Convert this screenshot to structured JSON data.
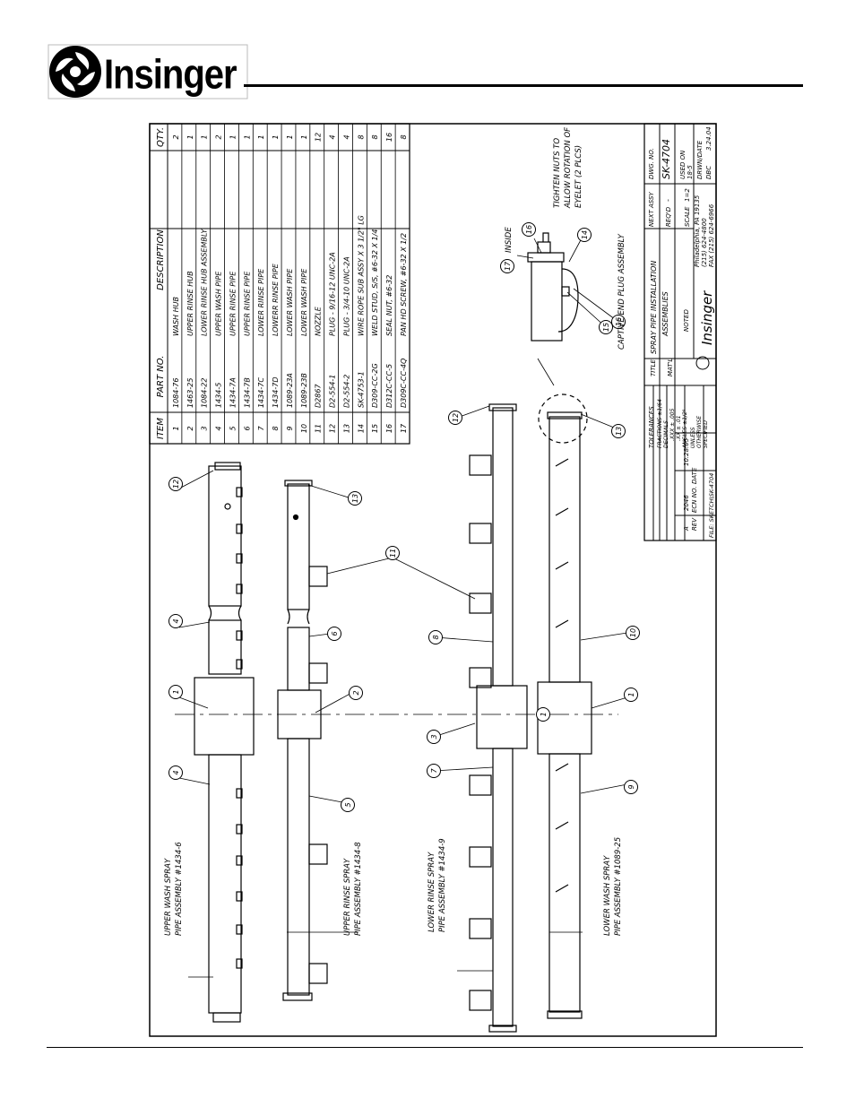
{
  "header": {
    "logo_text": "Insinger"
  },
  "parts_table": {
    "headers": [
      "ITEM",
      "PART NO.",
      "DESCRIPTION",
      "QTY."
    ],
    "rows": [
      [
        "1",
        "1084-76",
        "WASH HUB",
        "2"
      ],
      [
        "2",
        "1463-25",
        "UPPER RINSE HUB",
        "1"
      ],
      [
        "3",
        "1084-22",
        "LOWER RINSE HUB ASSEMBLY",
        "1"
      ],
      [
        "4",
        "1434-5",
        "UPPER WASH PIPE",
        "2"
      ],
      [
        "5",
        "1434-7A",
        "UPPER RINSE PIPE",
        "1"
      ],
      [
        "6",
        "1434-7B",
        "UPPER RINSE PIPE",
        "1"
      ],
      [
        "7",
        "1434-7C",
        "LOWER RINSE PIPE",
        "1"
      ],
      [
        "8",
        "1434-7D",
        "LOWERR RINSE PIPE",
        "1"
      ],
      [
        "9",
        "1089-23A",
        "LOWER WASH PIPE",
        "1"
      ],
      [
        "10",
        "1089-23B",
        "LOWER WASH PIPE",
        "1"
      ],
      [
        "11",
        "D2867",
        "NOZZLE",
        "12"
      ],
      [
        "12",
        "D2-554-1",
        "PLUG - 9/16-12 UNC-2A",
        "4"
      ],
      [
        "13",
        "D2-554-2",
        "PLUG - 3/4-10 UNC-2A",
        "4"
      ],
      [
        "14",
        "SK-4753-1",
        "WIRE ROPE SUB ASSY X 3 1/2\" LG",
        "8"
      ],
      [
        "15",
        "D309-CC-2G",
        "WELD STUD, S/S, #6-32 X 1/4",
        "8"
      ],
      [
        "16",
        "D312C-CC-5",
        "SEAL NUT, #6-32",
        "16"
      ],
      [
        "17",
        "D309C-CC-4Q",
        "PAN HD SCREW, #6-32 X 1/2",
        "8"
      ]
    ]
  },
  "title_block": {
    "tolerances_label": "TOLERANCES",
    "fractions": "FRACTIONS ±1/64",
    "decimals": "DECIMALS",
    "xxx": ".XXX ± .005",
    "xx": ".XX ± .01",
    "angles": "ANGLES ±1/2°",
    "unless": "UNLESS",
    "otherwise": "OTHERWISE",
    "specified": "SPECIFIED",
    "title_label": "TITLE",
    "title_line1": "SPRAY PIPE INSTALLATION",
    "title_line2": "ASSEMBLIES",
    "matl_label": "MAT'L",
    "matl_value": "NOTED",
    "next_assy_label": "NEXT ASSY",
    "reqd_label": "REQ'D",
    "reqd_value": "-",
    "scale_label": "SCALE",
    "scale_value": "1=2",
    "dwg_no_label": "DWG. NO.",
    "dwg_no": "SK-4704",
    "used_on_label": "USED ON",
    "used_on_value": "18-5",
    "drwn_label": "DRWN/DATE",
    "drwn_by": "DBC",
    "drwn_date": "3.24.04",
    "company": "Insinger",
    "city": "Philadelphia, PA 19135",
    "phone": "(215) 624-4800",
    "fax": "FAX (215) 624-6966",
    "rev_label": "REV",
    "ecn_label": "ECN NO.",
    "date_label": "DATE",
    "rev_value": "A",
    "ecn_value": "2046",
    "rev_date": "10.28.05",
    "file_label": "FILE: SKETCH\\SK-4704"
  },
  "callouts": {
    "upper_wash": "UPPER WASH SPRAY",
    "upper_wash_2": "PIPE ASSEMBLY #1434-6",
    "upper_rinse": "UPPER RINSE SPRAY",
    "upper_rinse_2": "PIPE ASSEMBLY #1434-8",
    "lower_rinse": "LOWER RINSE SPRAY",
    "lower_rinse_2": "PIPE ASSEMBLY #1434-9",
    "lower_wash": "LOWER WASH SPRAY",
    "lower_wash_2": "PIPE ASSEMBLY #1089-25",
    "inside": "INSIDE",
    "tighten_1": "TIGHTEN NUTS TO",
    "tighten_2": "ALLOW ROTATION OF",
    "tighten_3": "EYELET (2 PLCS)",
    "captive": "CAPTIVE END PLUG ASSEMBLY"
  },
  "balloons": [
    "1",
    "2",
    "3",
    "4",
    "5",
    "6",
    "7",
    "8",
    "9",
    "10",
    "11",
    "12",
    "13",
    "14",
    "15",
    "16",
    "17"
  ]
}
